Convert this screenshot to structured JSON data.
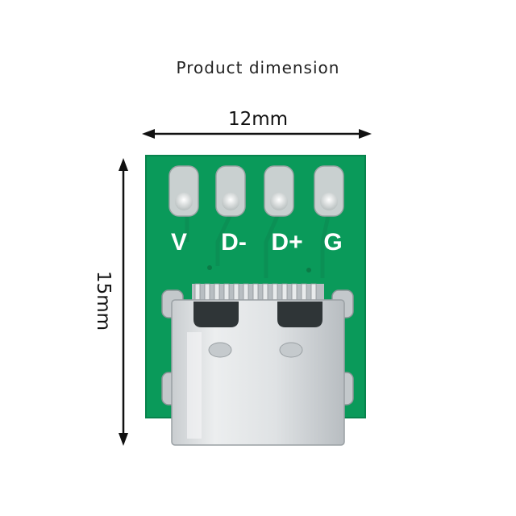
{
  "title": "Product dimension",
  "dimensions": {
    "width": "12mm",
    "height": "15mm"
  },
  "board": {
    "pins": [
      "V",
      "D-",
      "D+",
      "G"
    ]
  },
  "colors": {
    "pcb": "#0a9a5a",
    "pad": "#c8cfcf",
    "connector": "#d7dbdd",
    "label": "#ffffff",
    "dimension_lines": "#111111"
  }
}
